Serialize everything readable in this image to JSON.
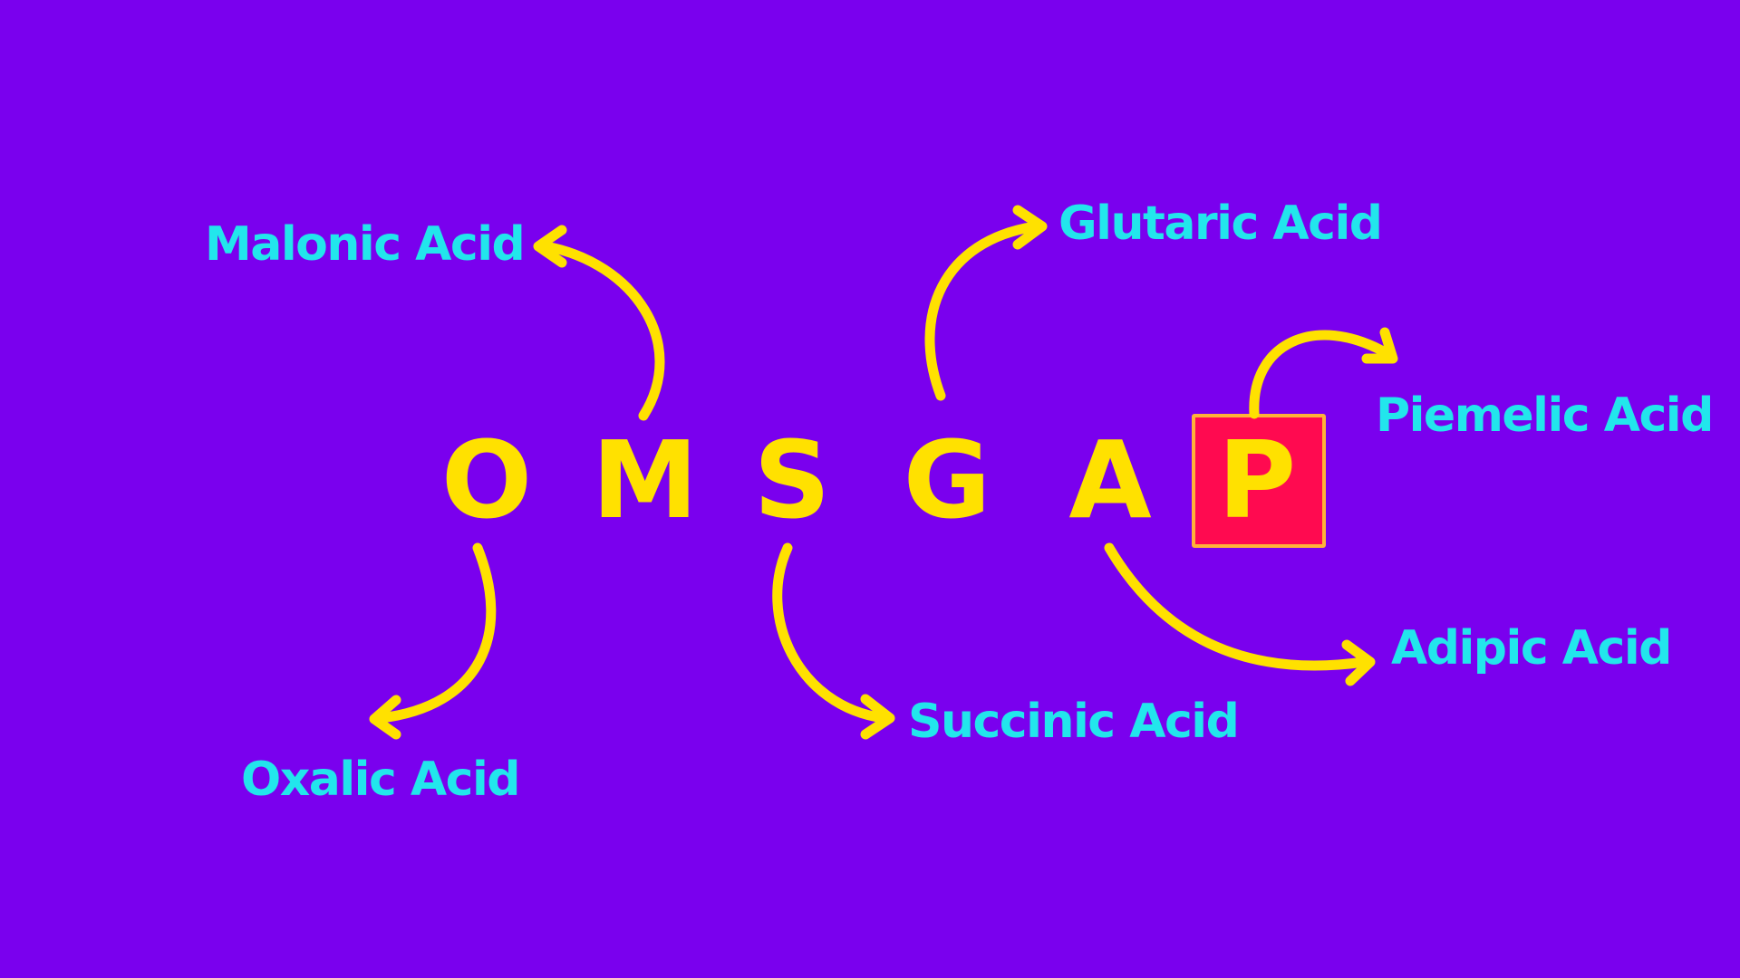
{
  "mnemonic": {
    "letters": [
      "O",
      "M",
      "S",
      "G",
      "A",
      "P"
    ],
    "highlighted_letter": "P"
  },
  "acids": {
    "oxalic": "Oxalic Acid",
    "malonic": "Malonic Acid",
    "succinic": "Succinic Acid",
    "glutaric": "Glutaric Acid",
    "adipic": "Adipic Acid",
    "piemelic": "Piemelic Acid"
  },
  "colors": {
    "background": "#7a00ee",
    "letters": "#ffe100",
    "arrows": "#ffe100",
    "labels": "#22e6ec",
    "highlight_box": "#ff0a50",
    "highlight_border": "#ffb238"
  }
}
